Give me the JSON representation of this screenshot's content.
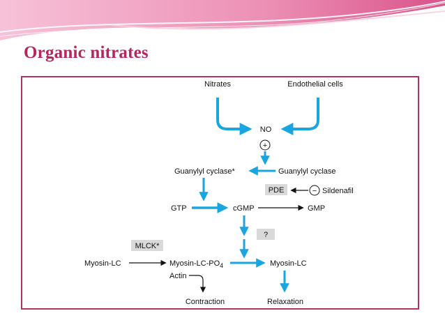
{
  "slide": {
    "title": "Organic nitrates",
    "colors": {
      "title": "#b5255e",
      "frame": "#b03366",
      "arrow_blue": "#19a6e0",
      "box_gray": "#d9d9d9"
    }
  },
  "diagram": {
    "nitrates": "Nitrates",
    "endothelial": "Endothelial cells",
    "no": "NO",
    "plus": "+",
    "gc_active": "Guanylyl cyclase*",
    "gc": "Guanylyl cyclase",
    "pde": "PDE",
    "minus": "−",
    "sildenafil": "Sildenafil",
    "gtp": "GTP",
    "cgmp": "cGMP",
    "gmp": "GMP",
    "question": "?",
    "mlck": "MLCK*",
    "myosin_lc": "Myosin-LC",
    "myosin_lc_po": "Myosin-LC-PO",
    "po_subscript": "4",
    "myosin_lc_right": "Myosin-LC",
    "actin": "Actin",
    "contraction": "Contraction",
    "relaxation": "Relaxation"
  }
}
